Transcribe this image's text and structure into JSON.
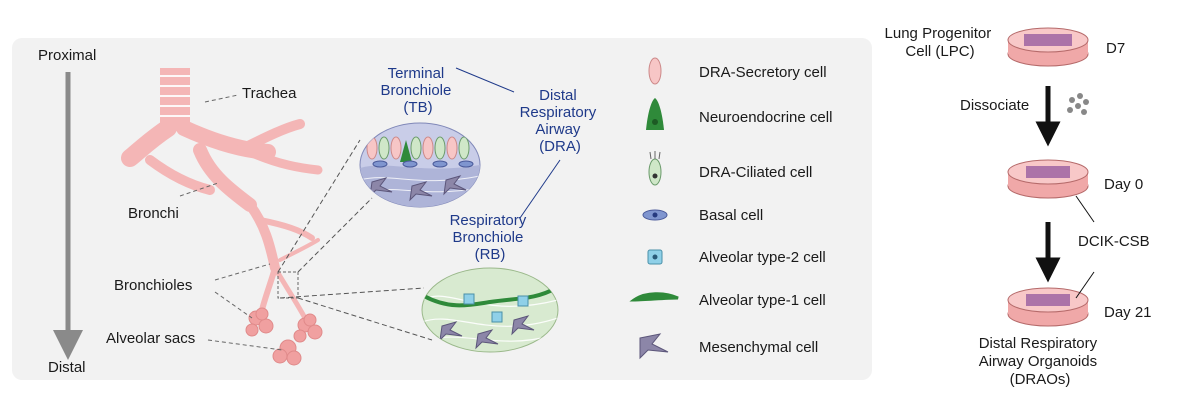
{
  "axis": {
    "top": "Proximal",
    "bottom": "Distal"
  },
  "anatomy": {
    "trachea": "Trachea",
    "bronchi": "Bronchi",
    "bronchioles": "Bronchioles",
    "alveolar_sacs": "Alveolar sacs"
  },
  "regions": {
    "tb": [
      "Terminal",
      "Bronchiole",
      "(TB)"
    ],
    "dra": [
      "Distal",
      "Respiratory",
      "Airway",
      "(DRA)"
    ],
    "rb": [
      "Respiratory",
      "Bronchiole",
      "(RB)"
    ]
  },
  "legend": [
    {
      "icon": "secretory-cell-icon",
      "label": "DRA-Secretory cell"
    },
    {
      "icon": "neuroendocrine-cell-icon",
      "label": "Neuroendocrine cell"
    },
    {
      "icon": "ciliated-cell-icon",
      "label": "DRA-Ciliated cell"
    },
    {
      "icon": "basal-cell-icon",
      "label": "Basal cell"
    },
    {
      "icon": "alveolar-type2-cell-icon",
      "label": "Alveolar type-2 cell"
    },
    {
      "icon": "alveolar-type1-cell-icon",
      "label": "Alveolar type-1 cell"
    },
    {
      "icon": "mesenchymal-cell-icon",
      "label": "Mesenchymal cell"
    }
  ],
  "protocol": {
    "lpc_label": [
      "Lung Progenitor",
      "Cell (LPC)"
    ],
    "d7": "D7",
    "dissociate": "Dissociate",
    "day0": "Day 0",
    "dcik": "DCIK-CSB",
    "day21": "Day 21",
    "drao_label": [
      "Distal Respiratory",
      "Airway Organoids",
      "(DRAOs)"
    ]
  },
  "colors": {
    "panel": "#f2f2f2",
    "airway": "#f4b6b6",
    "airway_ring": "#e89a9a",
    "tb_circle": "#c9cde8",
    "rb_circle": "#d8ead0",
    "region_text": "#1f3a8a",
    "neuroendocrine": "#2f8a3a",
    "ciliated": "#cfe7c8",
    "basal": "#7f95cf",
    "at2": "#8fd0e8",
    "mesenchymal": "#8c86a8",
    "dish": "#f0a8a8",
    "arrow_gray": "#8a8a8a"
  }
}
